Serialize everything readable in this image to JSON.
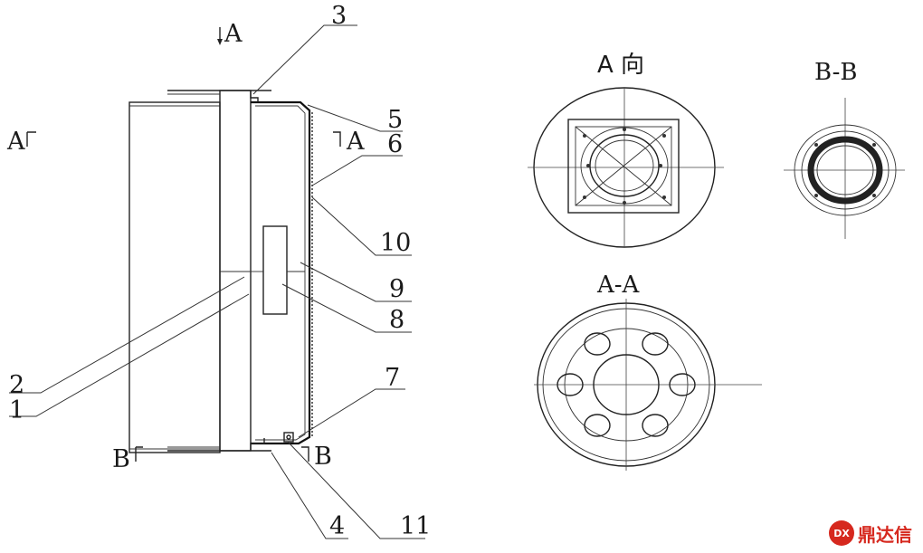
{
  "figure": {
    "main_view": {
      "callouts": [
        "1",
        "2",
        "3",
        "4",
        "5",
        "6",
        "7",
        "8",
        "9",
        "10",
        "11"
      ],
      "section_marks": {
        "a_top": "A",
        "a_left": "A",
        "a_right": "A",
        "b_left": "B",
        "b_right": "B"
      }
    },
    "view_a": {
      "title": "A 向"
    },
    "section_bb": {
      "title": "B-B"
    },
    "section_aa": {
      "title": "A-A"
    }
  },
  "watermark": {
    "text": "鼎达信",
    "color": "#d6281e"
  }
}
